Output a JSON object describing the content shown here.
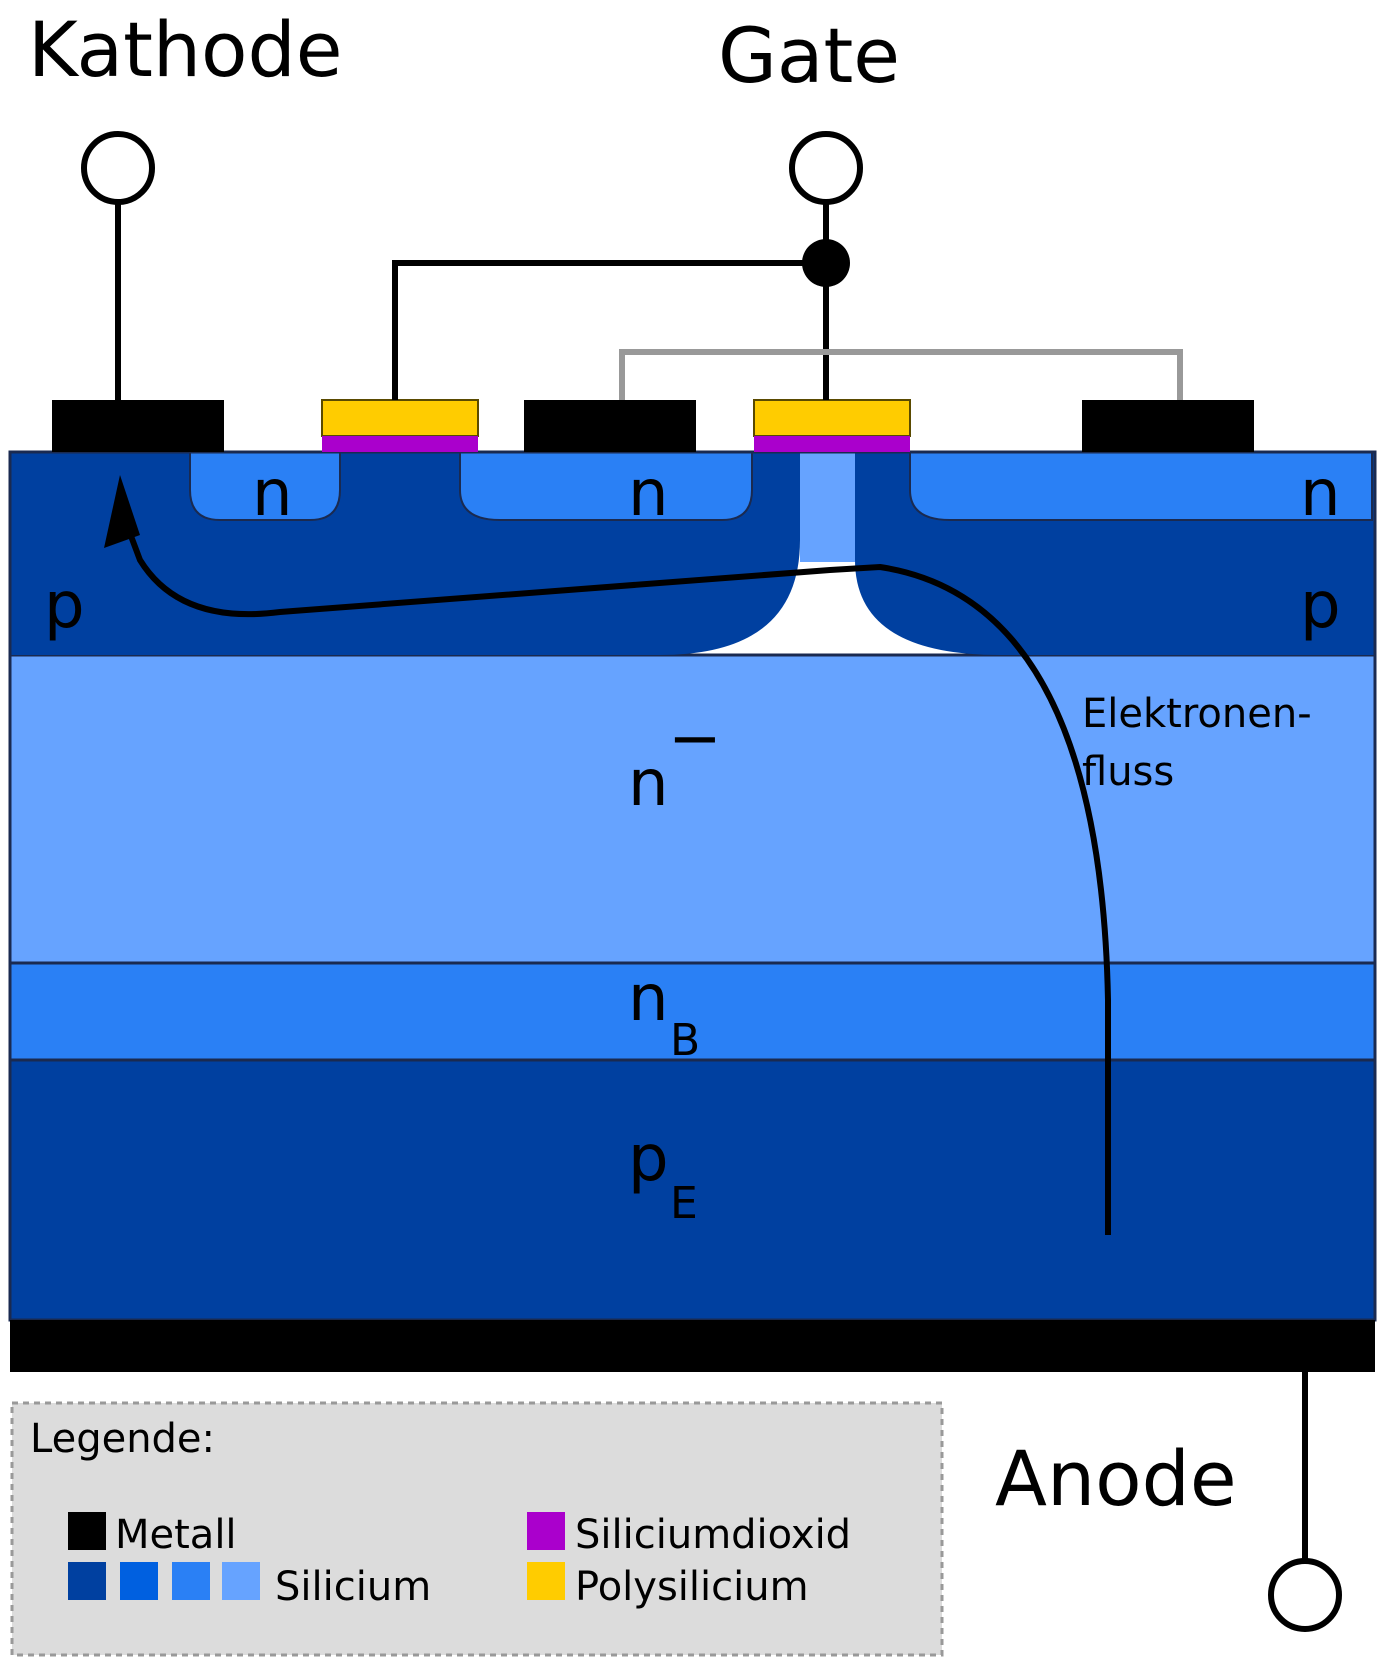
{
  "terminals": {
    "cathode": "Kathode",
    "gate": "Gate",
    "anode": "Anode"
  },
  "regions": {
    "n_left": "n",
    "n_mid": "n",
    "n_right": "n",
    "p_left": "p",
    "p_right": "p",
    "n_minus": "n",
    "n_minus_sup": "−",
    "n_buffer": "n",
    "n_buffer_sub": "B",
    "p_emitter": "p",
    "p_emitter_sub": "E"
  },
  "flow_label_line1": "Elektronen-",
  "flow_label_line2": "fluss",
  "legend": {
    "title": "Legende:",
    "metal": "Metall",
    "silicon": "Silicium",
    "oxide": "Siliciumdioxid",
    "poly": "Polysilicium"
  },
  "colors": {
    "metal": "#000000",
    "si_dark": "#0040a0",
    "si_mid": "#0060e0",
    "si_light": "#2a80f5",
    "si_lightest": "#66a3ff",
    "oxide": "#aa00cc",
    "poly": "#ffcc00",
    "legend_bg": "#dcdcdc"
  }
}
